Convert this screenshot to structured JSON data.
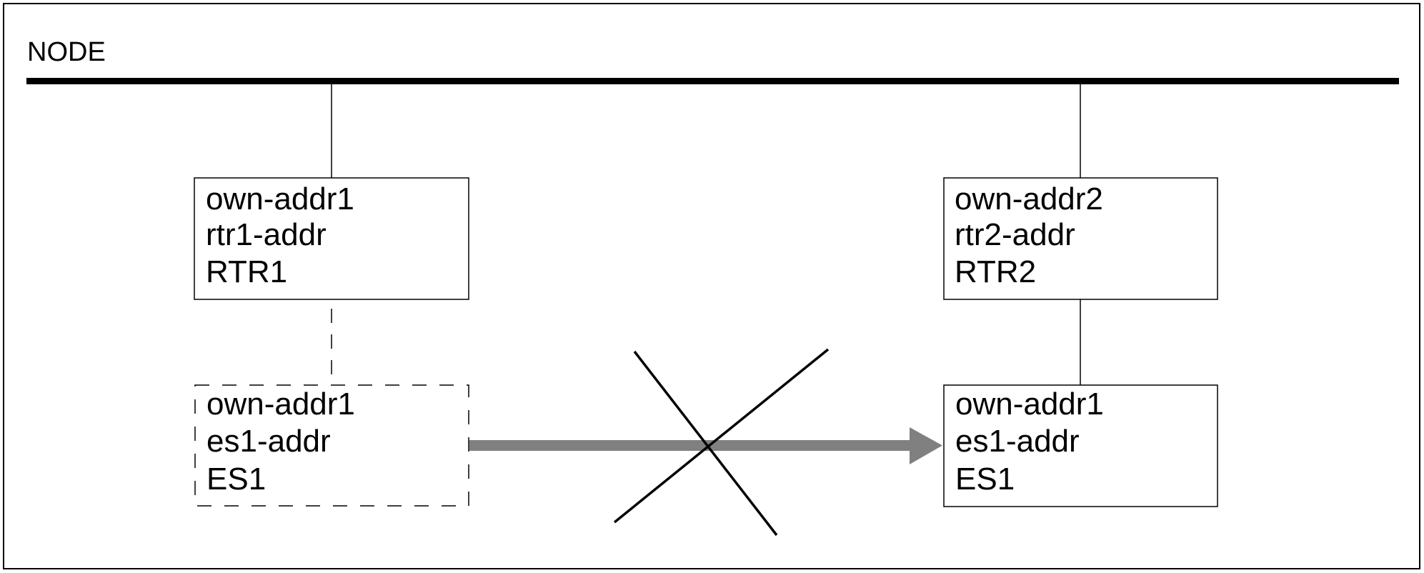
{
  "diagram": {
    "title": "NODE",
    "bus_label": "NODE",
    "boxes": {
      "rtr1": {
        "lines": [
          "own-addr1",
          "rtr1-addr",
          "RTR1"
        ],
        "style": "solid"
      },
      "rtr2": {
        "lines": [
          "own-addr2",
          "rtr2-addr",
          "RTR2"
        ],
        "style": "solid"
      },
      "es1_old": {
        "lines": [
          "own-addr1",
          "es1-addr",
          "ES1"
        ],
        "style": "dashed"
      },
      "es1_new": {
        "lines": [
          "own-addr1",
          "es1-addr",
          "ES1"
        ],
        "style": "solid"
      }
    },
    "connections": [
      {
        "from": "bus",
        "to": "rtr1",
        "style": "solid"
      },
      {
        "from": "bus",
        "to": "rtr2",
        "style": "solid"
      },
      {
        "from": "rtr1",
        "to": "es1_old",
        "style": "dashed"
      },
      {
        "from": "rtr2",
        "to": "es1_new",
        "style": "solid"
      },
      {
        "from": "es1_old",
        "to": "es1_new",
        "style": "arrow",
        "blocked": true
      }
    ],
    "colors": {
      "line": "#000000",
      "arrow": "#808080",
      "background": "#ffffff"
    }
  }
}
